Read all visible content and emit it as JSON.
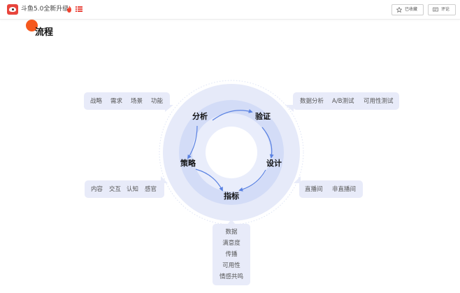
{
  "header": {
    "site_title": "斗鱼5.0全新升级",
    "logo_icon": "douyu-logo-icon",
    "favorite_label": "已收藏",
    "comment_label": "评论"
  },
  "section": {
    "title": "流程"
  },
  "cycle": {
    "nodes": {
      "analysis": "分析",
      "validation": "验证",
      "strategy": "策略",
      "design": "设计",
      "metrics": "指标"
    }
  },
  "bubbles": {
    "top_left": [
      "战略",
      "需求",
      "场景",
      "功能"
    ],
    "top_right": [
      "数据分析",
      "A/B测试",
      "可用性测试"
    ],
    "mid_left": [
      "内容",
      "交互",
      "认知",
      "感官"
    ],
    "mid_right": [
      "直播间",
      "非直播间"
    ],
    "bottom": [
      "数据",
      "满意度",
      "传播",
      "可用性",
      "情感共鸣"
    ]
  },
  "colors": {
    "accent_orange": "#f5581e",
    "bubble_bg": "#e8ebf9",
    "ring_outer": "#e6eaf9",
    "ring_mid": "#d3dcf7",
    "arrow": "#5a82e2"
  }
}
